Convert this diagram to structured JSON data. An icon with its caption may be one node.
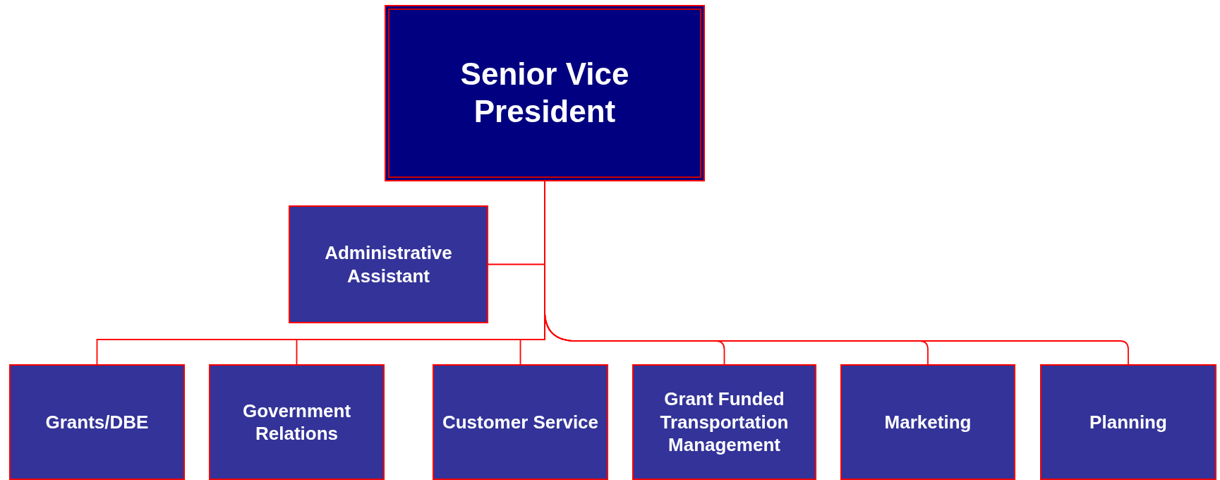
{
  "diagram": {
    "nodes": [
      {
        "text": [
          "Senior Vice President"
        ]
      },
      {
        "text": [
          "Administrative Assistant"
        ]
      },
      {
        "text": [
          "Grants/DBE"
        ]
      },
      {
        "text": [
          "Government Relations"
        ]
      },
      {
        "text": [
          "Customer Service"
        ]
      },
      {
        "text": [
          "Grant Funded Transportation Management"
        ]
      },
      {
        "text": [
          "Marketing"
        ]
      },
      {
        "text": [
          "Planning"
        ]
      }
    ],
    "edges": [
      {
        "from": 0,
        "to": 1,
        "arrow": "none"
      },
      {
        "from": 0,
        "to": 2,
        "arrow": "none"
      },
      {
        "from": 0,
        "to": 3,
        "arrow": "none"
      },
      {
        "from": 0,
        "to": 4,
        "arrow": "none"
      },
      {
        "from": 0,
        "to": 5,
        "arrow": "none"
      },
      {
        "from": 0,
        "to": 6,
        "arrow": "none"
      },
      {
        "from": 0,
        "to": 7,
        "arrow": "none"
      }
    ]
  }
}
